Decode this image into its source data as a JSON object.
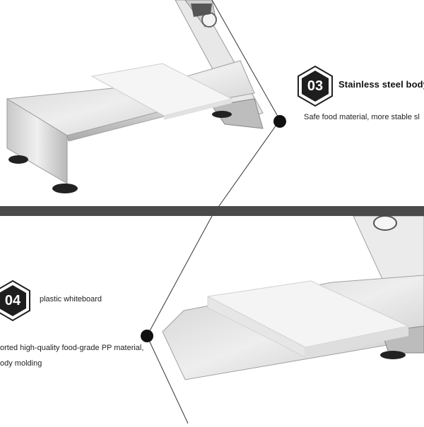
{
  "sections": [
    {
      "number": "03",
      "title": "Stainless steel body",
      "description": "Safe food material, more stable sl"
    },
    {
      "number": "04",
      "title": "plastic whiteboard",
      "description_lines": [
        "orted high-quality food-grade PP material,",
        "ody molding"
      ]
    }
  ],
  "colors": {
    "divider": "#4a4a4a",
    "badge_fill": "#1e1e1e",
    "steel_light": "#e4e4e4",
    "steel_dark": "#b9b9b9",
    "board": "#f2f2f2"
  }
}
